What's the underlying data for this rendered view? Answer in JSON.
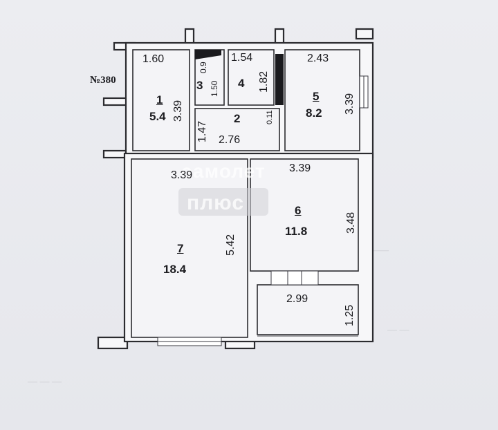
{
  "plan_label": "№380",
  "rooms": [
    {
      "id": "1",
      "area": "5.4"
    },
    {
      "id": "2",
      "area": ""
    },
    {
      "id": "3",
      "area": ""
    },
    {
      "id": "4",
      "area": ""
    },
    {
      "id": "5",
      "area": "8.2"
    },
    {
      "id": "6",
      "area": "11.8"
    },
    {
      "id": "7",
      "area": "18.4"
    }
  ],
  "dimensions": {
    "room1_width": "1.60",
    "room1_height": "3.39",
    "room3_top": "0.9",
    "room3_height": "1.50",
    "room4_width": "1.54",
    "room4_height": "1.82",
    "room2_width": "2.76",
    "room2_height": "1.47",
    "room2_gap": "0.11",
    "room5_width": "2.43",
    "room5_height": "3.39",
    "room7_width": "3.39",
    "room7_height": "5.42",
    "room6_width": "3.39",
    "room6_height": "3.48",
    "balcony_width": "2.99",
    "balcony_height": "1.25"
  },
  "watermark": {
    "line1": "самолет",
    "line2": "плюс"
  }
}
